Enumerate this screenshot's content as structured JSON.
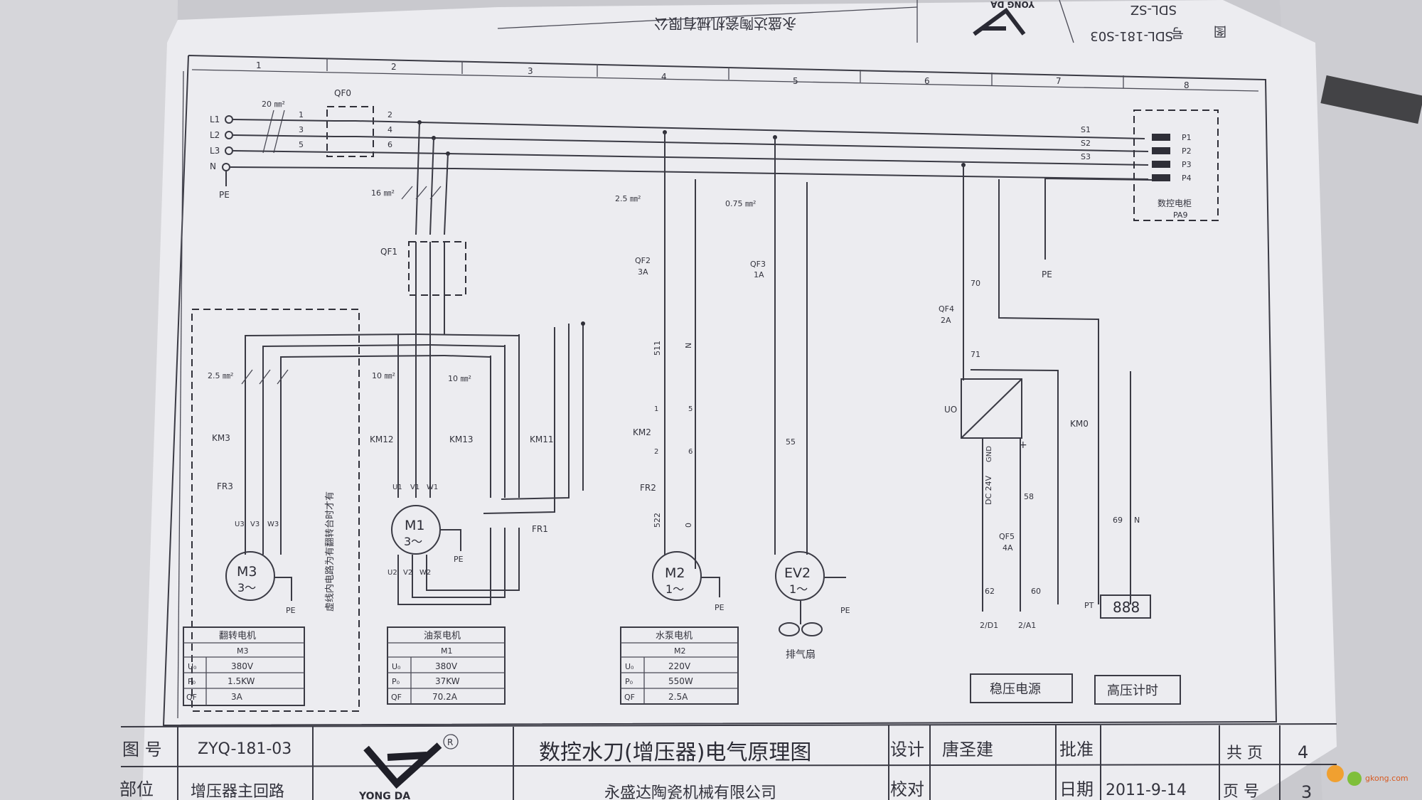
{
  "header": {
    "company_top": "永盛达陶瓷机械有限公",
    "drawing_no_top": "SDL-181-S03",
    "drawing_no_top2": "SDL-SZ",
    "top_label_hao": "号",
    "top_label_tu": "图",
    "brand_top": "YONG DA"
  },
  "columns": [
    "1",
    "2",
    "3",
    "4",
    "5",
    "6",
    "7",
    "8"
  ],
  "power": {
    "phases": [
      "L1",
      "L2",
      "L3",
      "N"
    ],
    "pe": "PE",
    "main_wire": "20 ㎜²",
    "main_breaker": "QF0",
    "wire_nums": [
      "1",
      "3",
      "5",
      "2",
      "4",
      "6"
    ],
    "signal_wires": [
      "S1",
      "S2",
      "S3"
    ],
    "cnc_ports": [
      "P1",
      "P2",
      "P3",
      "P4"
    ],
    "cnc_box": "数控电柜",
    "cnc_box_id": "PA9",
    "pe2": "PE"
  },
  "circuits": {
    "wire16": "16 ㎜²",
    "qf1": "QF1",
    "wire25a": "2.5 ㎜²",
    "wire10a": "10 ㎜²",
    "wire10b": "10 ㎜²",
    "wire25b": "2.5 ㎜²",
    "wire075": "0.75 ㎜²",
    "km3": "KM3",
    "km12": "KM12",
    "km13": "KM13",
    "km11": "KM11",
    "km2": "KM2",
    "km0": "KM0",
    "fr3": "FR3",
    "fr1": "FR1",
    "fr2": "FR2",
    "qf2": "QF2",
    "qf2_rating": "3A",
    "qf3": "QF3",
    "qf3_rating": "1A",
    "qf4": "QF4",
    "qf4_rating": "2A",
    "qf5": "QF5",
    "qf5_rating": "4A",
    "uo": "UO",
    "dc": "DC 24V",
    "gnd": "GND",
    "plus": "+",
    "pt": "PT",
    "pt_display": "888",
    "n_label": "N",
    "w511": "511",
    "w522": "522",
    "w55": "55",
    "w70": "70",
    "w71": "71",
    "w58": "58",
    "w62": "62",
    "w60": "60",
    "w69": "69",
    "w5": "5",
    "w6": "6",
    "w0": "0",
    "w1": "1",
    "w2": "2",
    "u1": "U1",
    "v1": "V1",
    "w1m": "W1",
    "u2": "U2",
    "v2": "V2",
    "w2m": "W2",
    "u3": "U3",
    "v3": "V3",
    "w3": "W3",
    "out1": "2/D1",
    "out2": "2/A1",
    "note_vertical": "虚线内电路为有翻转台时才有"
  },
  "motors": {
    "m3": "M3",
    "m3_sub": "3～",
    "m1": "M1",
    "m1_sub": "3～",
    "m2": "M2",
    "m2_sub": "1～",
    "ev2": "EV2",
    "ev2_sub": "1～",
    "fan_label": "排气扇"
  },
  "spec_tables": [
    {
      "title": "翻转电机",
      "model": "M3",
      "rows": [
        [
          "U₀",
          "380V"
        ],
        [
          "P₀",
          "1.5KW"
        ],
        [
          "QF",
          "3A"
        ]
      ]
    },
    {
      "title": "油泵电机",
      "model": "M1",
      "rows": [
        [
          "U₀",
          "380V"
        ],
        [
          "P₀",
          "37KW"
        ],
        [
          "QF",
          "70.2A"
        ]
      ]
    },
    {
      "title": "水泵电机",
      "model": "M2",
      "rows": [
        [
          "U₀",
          "220V"
        ],
        [
          "P₀",
          "550W"
        ],
        [
          "QF",
          "2.5A"
        ]
      ]
    }
  ],
  "boxes": [
    "稳压电源",
    "高压计时"
  ],
  "title_block": {
    "label_tuhao": "图  号",
    "tuhao": "ZYQ-181-03",
    "label_buwei": "部位",
    "buwei": "增压器主回路",
    "title": "数控水刀(增压器)电气原理图",
    "company": "永盛达陶瓷机械有限公司",
    "label_design": "设计",
    "designer": "唐圣建",
    "label_approve": "批准",
    "label_check": "校对",
    "label_date": "日期",
    "date": "2011-9-14",
    "label_total": "共 页",
    "total": "4",
    "label_page": "页  号",
    "page": "3",
    "brand": "YONG DA",
    "registered": "R"
  },
  "watermark": "gkong.com"
}
